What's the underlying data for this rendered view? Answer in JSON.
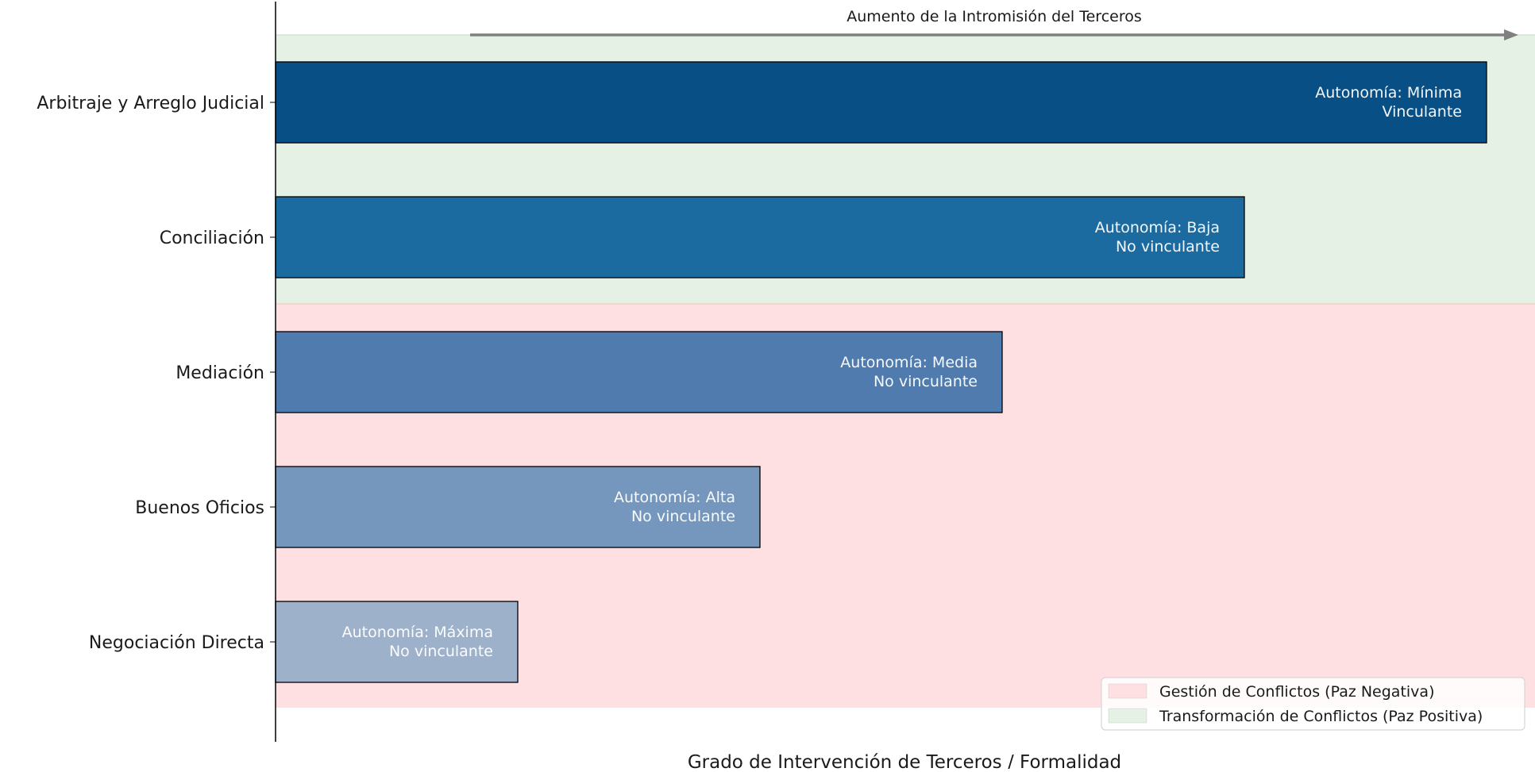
{
  "chart_data": {
    "type": "bar",
    "orientation": "horizontal",
    "categories": [
      "Negociación Directa",
      "Buenos Oficios",
      "Mediación",
      "Conciliación",
      "Arbitraje y Arreglo Judicial"
    ],
    "values": [
      1,
      2,
      3,
      4,
      5
    ],
    "xlim": [
      0,
      5.2
    ],
    "annotations": [
      {
        "line1": "Autonomía: Máxima",
        "line2": "No vinculante"
      },
      {
        "line1": "Autonomía: Alta",
        "line2": "No vinculante"
      },
      {
        "line1": "Autonomía: Media",
        "line2": "No vinculante"
      },
      {
        "line1": "Autonomía: Baja",
        "line2": "No vinculante"
      },
      {
        "line1": "Autonomía: Mínima",
        "line2": "Vinculante"
      }
    ],
    "bar_colors": [
      "#9eb1ca",
      "#7597bd",
      "#4f7bae",
      "#1c6ba0",
      "#084f85"
    ],
    "title": "",
    "xlabel": "Grado de Intervención de Terceros / Formalidad",
    "ylabel": "",
    "arrow_label": "Aumento de la Intromisión del Terceros",
    "regions": [
      {
        "label": "Gestión de Conflictos (Paz Negativa)",
        "color": "#ffe0e2",
        "categories": [
          "Negociación Directa",
          "Buenos Oficios",
          "Mediación"
        ]
      },
      {
        "label": "Transformación de Conflictos (Paz Positiva)",
        "color": "#e4f1e4",
        "categories": [
          "Conciliación",
          "Arbitraje y Arreglo Judicial"
        ]
      }
    ],
    "legend_position": "bottom-right",
    "grid": false
  }
}
